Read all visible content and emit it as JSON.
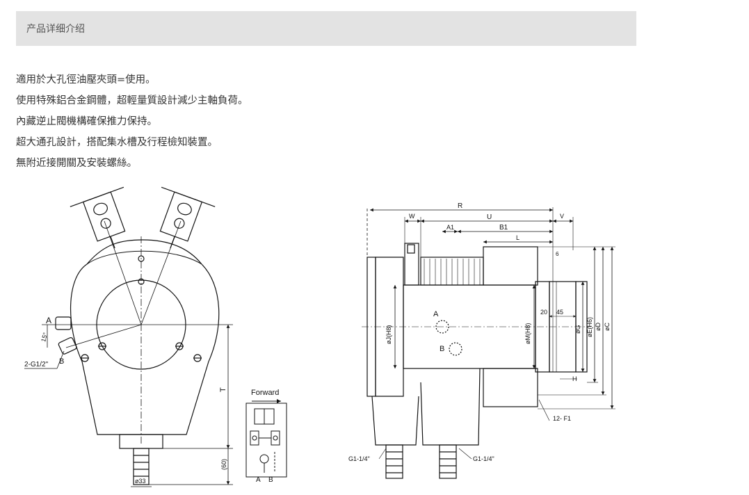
{
  "header": {
    "title": "产品详细介绍"
  },
  "description": [
    "適用於大孔徑油壓夾頭=使用。",
    "使用特殊鋁合金鋼體，超輕量質設計減少主軸負荷。",
    "內藏逆止閥機構確保推力保持。",
    "超大通孔設計，搭配集水槽及行程檢知裝置。",
    "無附近接開關及安裝螺絲。"
  ],
  "front_view": {
    "port_a": "A",
    "port_b": "B",
    "angle": "15°",
    "thread": "2-G1/2\"",
    "dim_t": "T",
    "dim_60": "(60)",
    "dim_33": "ø33"
  },
  "valve_view": {
    "title": "Forward",
    "label_a": "A",
    "label_b": "B"
  },
  "side_view": {
    "dim_r": "R",
    "dim_w": "W",
    "dim_u": "U",
    "dim_v": "V",
    "dim_a1": "A1",
    "dim_b1": "B1",
    "dim_l": "L",
    "dim_6": "6",
    "dim_20": "20",
    "dim_45": "45",
    "dim_j": "øJ(H8)",
    "dim_m": "øM(H8)",
    "dim_g": "øG",
    "dim_e": "øE(H6)",
    "dim_d": "øD",
    "dim_c": "øC",
    "dim_h": "H",
    "dim_f1": "12- F1",
    "port_a": "A",
    "port_b": "B",
    "inlet_left": "G1-1/4\"",
    "inlet_right": "G1-1/4\""
  }
}
